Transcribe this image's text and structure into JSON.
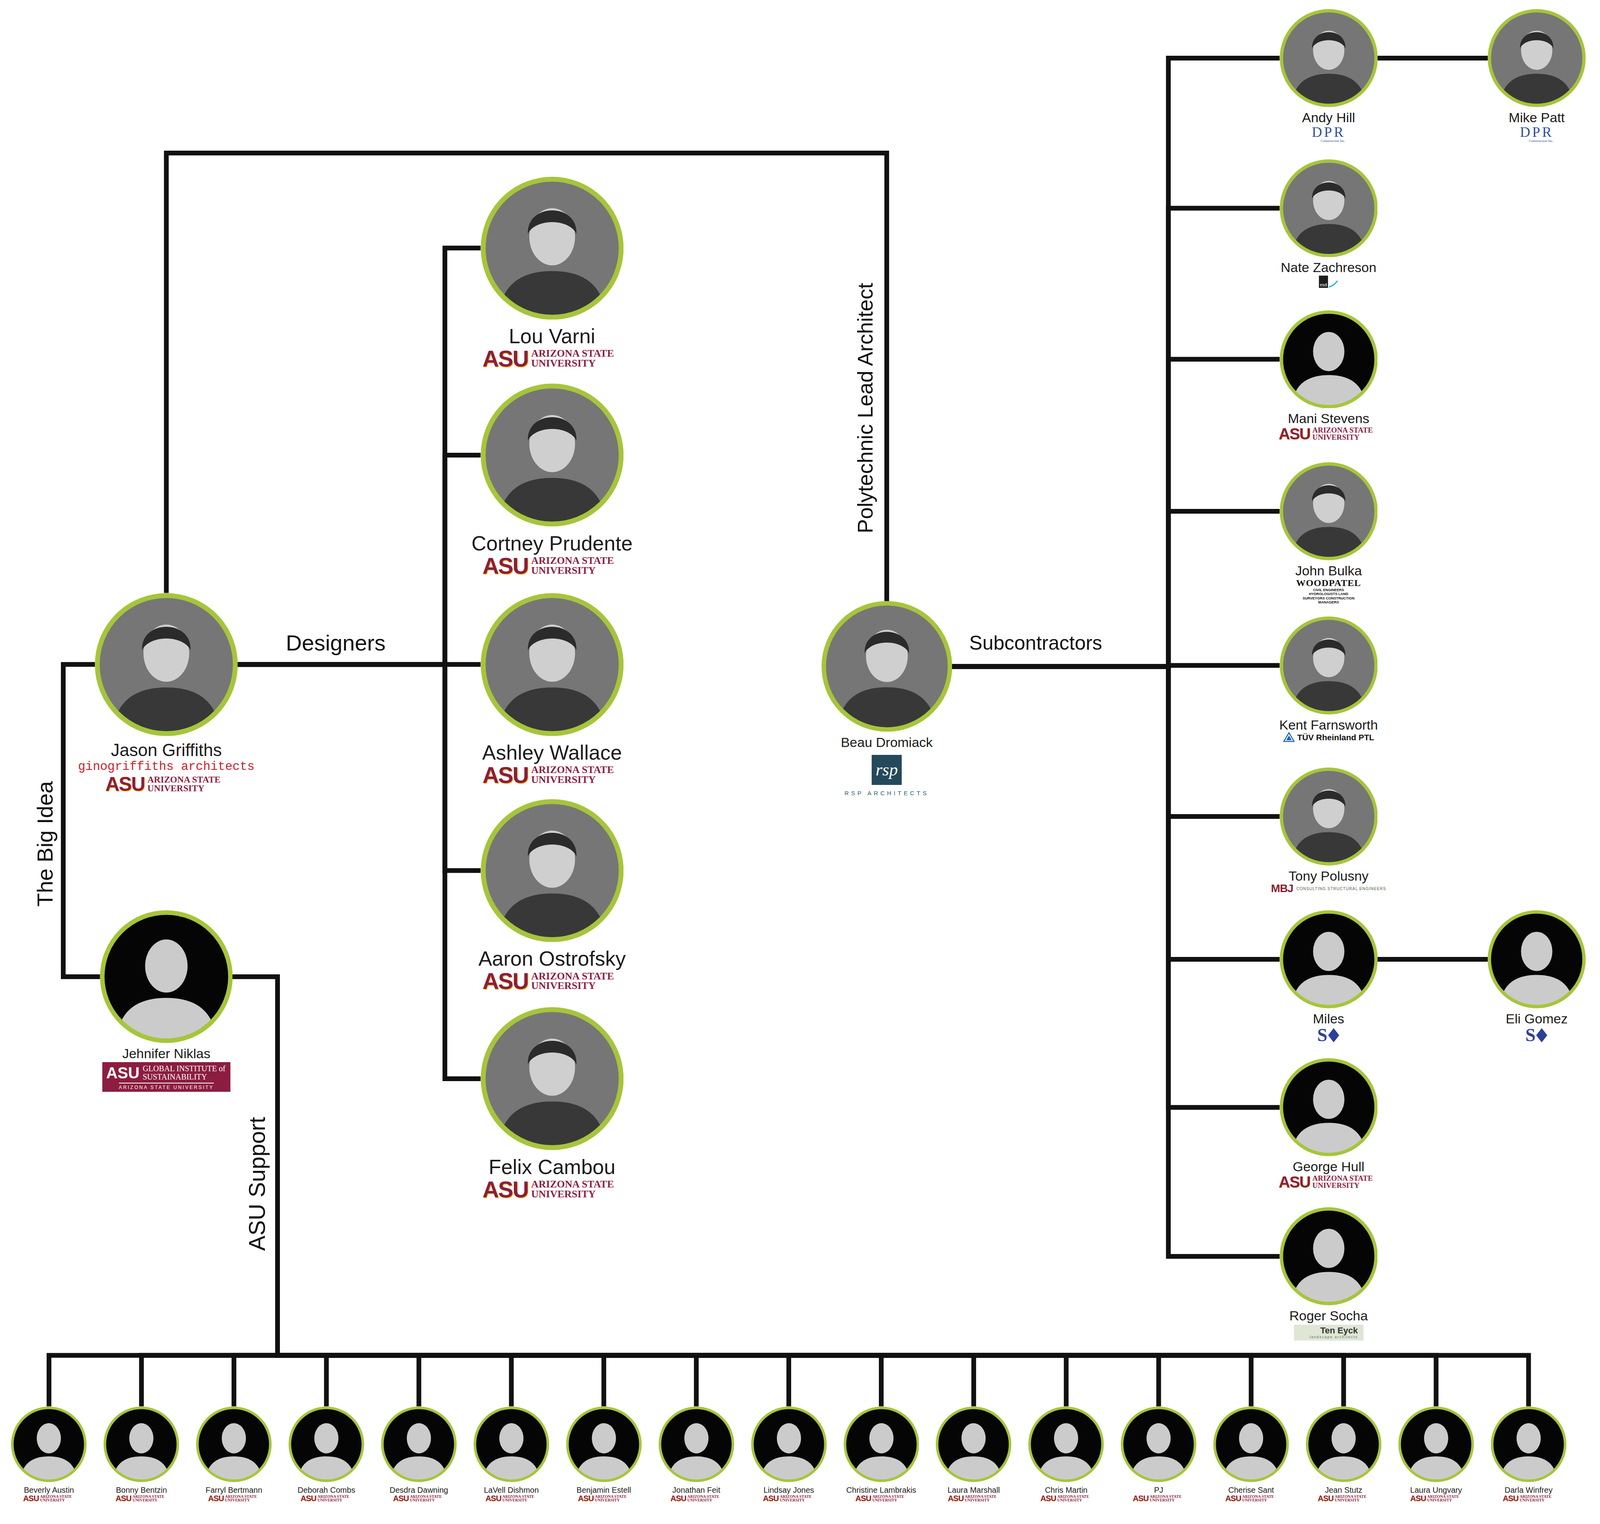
{
  "diagram": {
    "nodes": [
      {
        "text": [
          "Jason Griffiths",
          "ginogriffiths architects",
          "ASU",
          "ARIZONA STATE UNIVERSITY"
        ]
      },
      {
        "text": [
          "Jehnifer Niklas",
          "ASU",
          "GLOBAL INSTITUTE of SUSTAINABILITY",
          "ARIZONA STATE UNIVERSITY"
        ]
      },
      {
        "text": [
          "Lou Varni",
          "ASU",
          "ARIZONA STATE UNIVERSITY"
        ]
      },
      {
        "text": [
          "Cortney Prudente",
          "ASU",
          "ARIZONA STATE UNIVERSITY"
        ]
      },
      {
        "text": [
          "Ashley Wallace",
          "ASU",
          "ARIZONA STATE UNIVERSITY"
        ]
      },
      {
        "text": [
          "Aaron Ostrofsky",
          "ASU",
          "ARIZONA STATE UNIVERSITY"
        ]
      },
      {
        "text": [
          "Felix Cambou",
          "ASU",
          "ARIZONA STATE UNIVERSITY"
        ]
      },
      {
        "text": [
          "Beau Dromiack",
          "rsp",
          "RSP ARCHITECTS"
        ]
      },
      {
        "text": [
          "Andy Hill",
          "DPR",
          "Construction Inc."
        ]
      },
      {
        "text": [
          "Mike Patt",
          "DPR",
          "Construction Inc."
        ]
      },
      {
        "text": [
          "Nate Zachreson",
          "esd"
        ]
      },
      {
        "text": [
          "Mani Stevens",
          "ASU",
          "ARIZONA STATE UNIVERSITY"
        ]
      },
      {
        "text": [
          "John Bulka",
          "WOODPATEL",
          "CIVIL ENGINEERS HYDROLOGISTS LAND SURVEYORS CONSTRUCTION MANAGERS"
        ]
      },
      {
        "text": [
          "Kent Farnsworth",
          "TÜV Rheinland PTL"
        ]
      },
      {
        "text": [
          "Tony Polusny",
          "MBJ",
          "CONSULTING STRUCTURAL ENGINEERS"
        ]
      },
      {
        "text": [
          "Miles",
          "S"
        ]
      },
      {
        "text": [
          "Eli Gomez",
          "S"
        ]
      },
      {
        "text": [
          "George Hull",
          "ASU",
          "ARIZONA STATE UNIVERSITY"
        ]
      },
      {
        "text": [
          "Roger Socha",
          "Ten Eyck",
          "landscape architects"
        ]
      },
      {
        "text": [
          "Beverly Austin",
          "ASU",
          "ARIZONA STATE UNIVERSITY"
        ]
      },
      {
        "text": [
          "Bonny Bentzin",
          "ASU",
          "ARIZONA STATE UNIVERSITY"
        ]
      },
      {
        "text": [
          "Farryl Bertmann",
          "ASU",
          "ARIZONA STATE UNIVERSITY"
        ]
      },
      {
        "text": [
          "Deborah Combs",
          "ASU",
          "ARIZONA STATE UNIVERSITY"
        ]
      },
      {
        "text": [
          "Desdra Dawning",
          "ASU",
          "ARIZONA STATE UNIVERSITY"
        ]
      },
      {
        "text": [
          "LaVell Dishmon",
          "ASU",
          "ARIZONA STATE UNIVERSITY"
        ]
      },
      {
        "text": [
          "Benjamin Estell",
          "ASU",
          "ARIZONA STATE UNIVERSITY"
        ]
      },
      {
        "text": [
          "Jonathan Feit",
          "ASU",
          "ARIZONA STATE UNIVERSITY"
        ]
      },
      {
        "text": [
          "Lindsay Jones",
          "ASU",
          "ARIZONA STATE UNIVERSITY"
        ]
      },
      {
        "text": [
          "Christine Lambrakis",
          "ASU",
          "ARIZONA STATE UNIVERSITY"
        ]
      },
      {
        "text": [
          "Laura Marshall",
          "ASU",
          "ARIZONA STATE UNIVERSITY"
        ]
      },
      {
        "text": [
          "Chris Martin",
          "ASU",
          "ARIZONA STATE UNIVERSITY"
        ]
      },
      {
        "text": [
          "PJ",
          "ASU",
          "ARIZONA STATE UNIVERSITY"
        ]
      },
      {
        "text": [
          "Cherise Sant",
          "ASU",
          "ARIZONA STATE UNIVERSITY"
        ]
      },
      {
        "text": [
          "Jean Stutz",
          "ASU",
          "ARIZONA STATE UNIVERSITY"
        ]
      },
      {
        "text": [
          "Laura Ungvary",
          "ASU",
          "ARIZONA STATE UNIVERSITY"
        ]
      },
      {
        "text": [
          "Darla Winfrey",
          "ASU",
          "ARIZONA STATE UNIVERSITY"
        ]
      }
    ],
    "edges": [
      {
        "from": 0,
        "to": 1,
        "arrow": "none",
        "label": "The Big Idea"
      },
      {
        "from": 0,
        "to": 2,
        "arrow": "none"
      },
      {
        "from": 0,
        "to": 3,
        "arrow": "none"
      },
      {
        "from": 0,
        "to": 4,
        "arrow": "none",
        "label": "Designers"
      },
      {
        "from": 0,
        "to": 5,
        "arrow": "none"
      },
      {
        "from": 0,
        "to": 6,
        "arrow": "none"
      },
      {
        "from": 0,
        "to": 7,
        "arrow": "none",
        "label": "Polytechnic Lead Architect"
      },
      {
        "from": 7,
        "to": 8,
        "arrow": "none"
      },
      {
        "from": 7,
        "to": 10,
        "arrow": "none"
      },
      {
        "from": 7,
        "to": 11,
        "arrow": "none"
      },
      {
        "from": 7,
        "to": 12,
        "arrow": "none"
      },
      {
        "from": 7,
        "to": 13,
        "arrow": "none",
        "label": "Subcontractors"
      },
      {
        "from": 7,
        "to": 14,
        "arrow": "none"
      },
      {
        "from": 7,
        "to": 15,
        "arrow": "none"
      },
      {
        "from": 7,
        "to": 17,
        "arrow": "none"
      },
      {
        "from": 7,
        "to": 18,
        "arrow": "none"
      },
      {
        "from": 8,
        "to": 9,
        "arrow": "none"
      },
      {
        "from": 15,
        "to": 16,
        "arrow": "none"
      },
      {
        "from": 1,
        "to": 19,
        "arrow": "none",
        "label": "ASU Support"
      },
      {
        "from": 1,
        "to": 20,
        "arrow": "none"
      },
      {
        "from": 1,
        "to": 21,
        "arrow": "none"
      },
      {
        "from": 1,
        "to": 22,
        "arrow": "none"
      },
      {
        "from": 1,
        "to": 23,
        "arrow": "none"
      },
      {
        "from": 1,
        "to": 24,
        "arrow": "none"
      },
      {
        "from": 1,
        "to": 25,
        "arrow": "none"
      },
      {
        "from": 1,
        "to": 26,
        "arrow": "none"
      },
      {
        "from": 1,
        "to": 27,
        "arrow": "none"
      },
      {
        "from": 1,
        "to": 28,
        "arrow": "none"
      },
      {
        "from": 1,
        "to": 29,
        "arrow": "none"
      },
      {
        "from": 1,
        "to": 30,
        "arrow": "none"
      },
      {
        "from": 1,
        "to": 31,
        "arrow": "none"
      },
      {
        "from": 1,
        "to": 32,
        "arrow": "none"
      },
      {
        "from": 1,
        "to": 33,
        "arrow": "none"
      },
      {
        "from": 1,
        "to": 34,
        "arrow": "none"
      },
      {
        "from": 1,
        "to": 35,
        "arrow": "none"
      }
    ]
  }
}
